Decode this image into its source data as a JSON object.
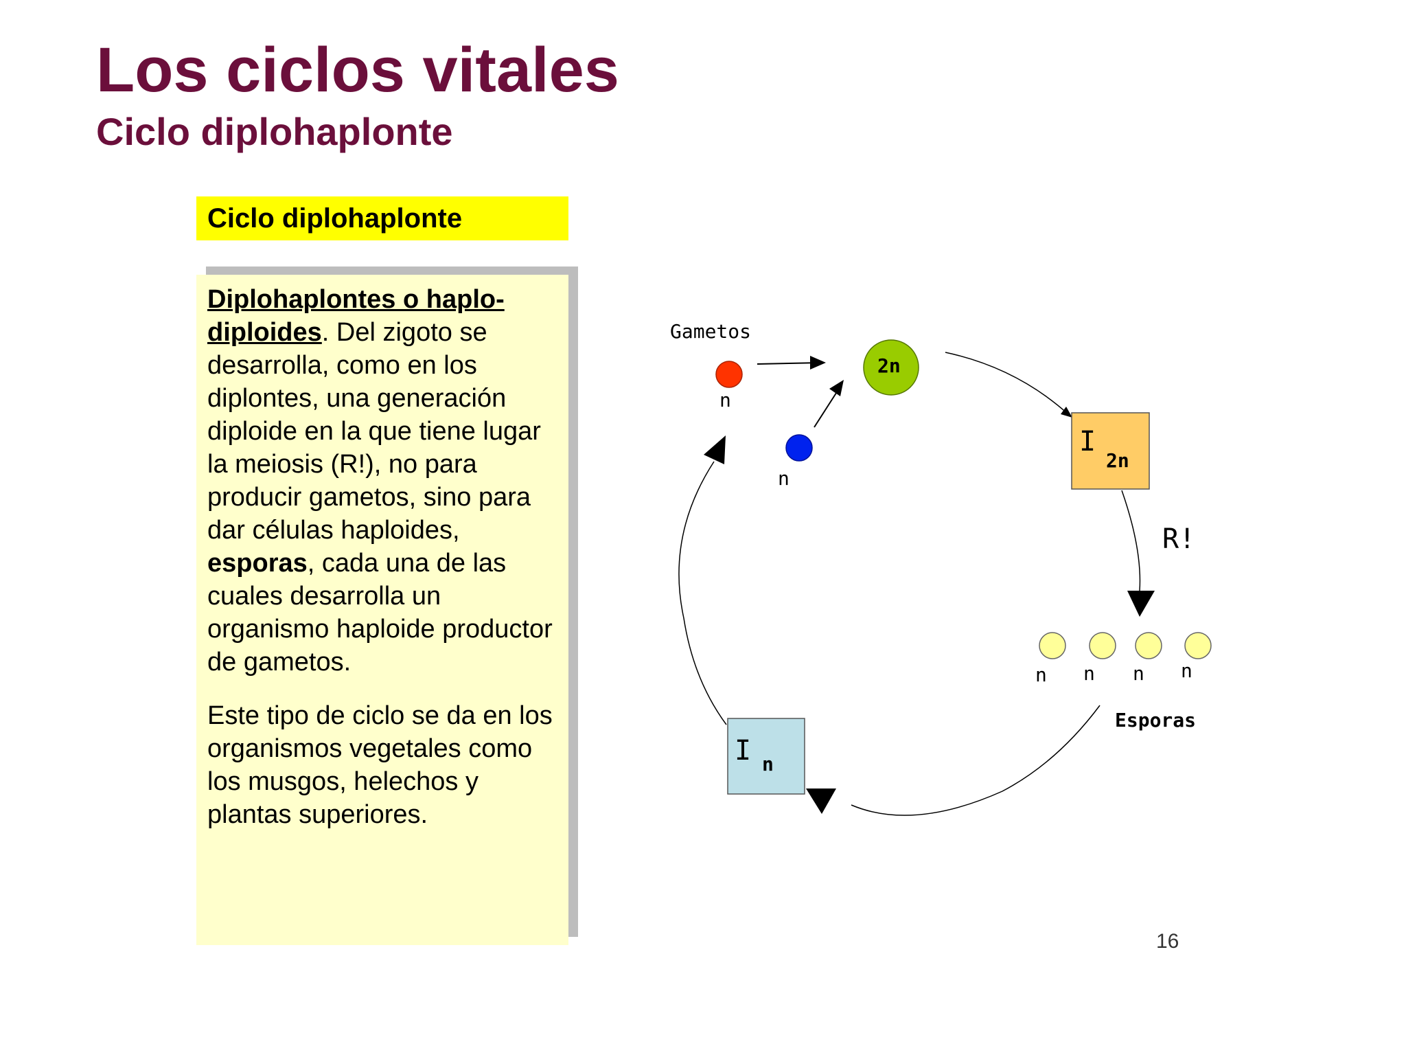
{
  "header": {
    "title": "Los ciclos vitales",
    "subtitle": "Ciclo diplohaplonte"
  },
  "box_title": "Ciclo diplohaplonte",
  "description": {
    "term": "Diplohaplontes o haplo-diploides",
    "sentence1_a": ". Del zigoto se desarrolla, como en los diplontes, una generación diploide en la que tiene lugar la meiosis (R!), no para producir gametos, sino para dar células haploides, ",
    "esporas_word": "esporas",
    "sentence1_b": ", cada una de las cuales desarrolla un organismo haploide productor de gametos.",
    "paragraph2": "Este tipo de ciclo se da en los organismos vegetales como los musgos, helechos y plantas superiores."
  },
  "diagram": {
    "gametos_label": "Gametos",
    "gamete_red_label": "n",
    "gamete_blue_label": "n",
    "zygote_label": "2n",
    "box_2n": {
      "letter": "I",
      "sub": "2n"
    },
    "meiosis_label": "R!",
    "spore_labels": [
      "n",
      "n",
      "n",
      "n"
    ],
    "esporas_label": "Esporas",
    "box_n": {
      "letter": "I",
      "sub": "n"
    },
    "colors": {
      "gamete_red": "#ff3300",
      "gamete_blue": "#0022ee",
      "zygote": "#99cc00",
      "box_2n": "#ffcc66",
      "box_n": "#bde0e8",
      "spore": "#ffff99"
    }
  },
  "footer": {
    "page_number": "16"
  }
}
